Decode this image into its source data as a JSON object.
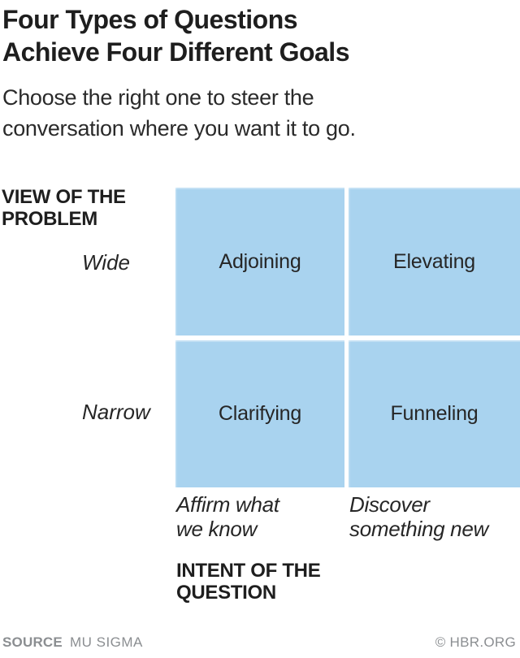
{
  "header": {
    "title_lines": [
      "Four Types of Questions",
      "Achieve Four Different Goals"
    ],
    "subtitle_lines": [
      "Choose the right one to steer the",
      "conversation where you want it to go."
    ]
  },
  "matrix": {
    "y_axis": {
      "label_lines": [
        "VIEW OF THE",
        "PROBLEM"
      ],
      "top_tick": "Wide",
      "bottom_tick": "Narrow"
    },
    "cells": {
      "top_left": "Adjoining",
      "top_right": "Elevating",
      "bottom_left": "Clarifying",
      "bottom_right": "Funneling"
    },
    "x_axis": {
      "left_tick_lines": [
        "Affirm what",
        "we know"
      ],
      "right_tick_lines": [
        "Discover",
        "something new"
      ],
      "label_lines": [
        "INTENT OF THE",
        "QUESTION"
      ]
    }
  },
  "footer": {
    "source_label": "SOURCE",
    "source_value": "MU SIGMA",
    "credit": "© HBR.ORG"
  },
  "colors": {
    "cell_blue": "#a9d3ef",
    "text_dark": "#1e1e1e",
    "footer_gray": "#8b8e91"
  }
}
